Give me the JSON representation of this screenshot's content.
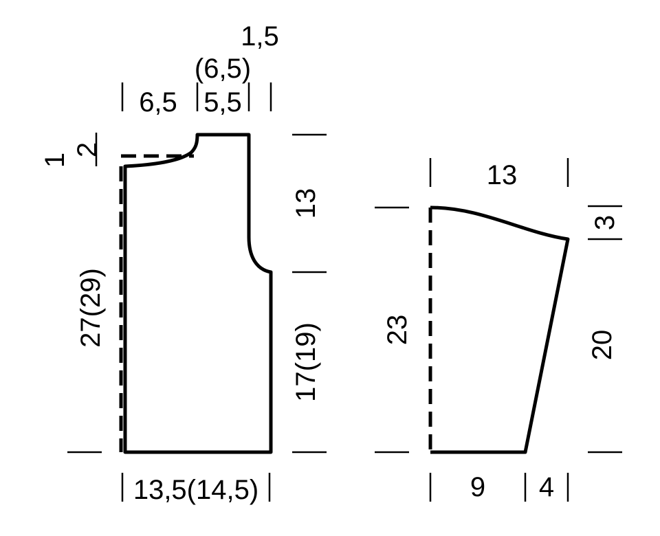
{
  "labels": {
    "top_offset": "1,5",
    "top_neck_alt": "(6,5)",
    "shoulder": "6,5",
    "neck": "5,5",
    "shoulder_drop_a": "1",
    "shoulder_drop_b": "2",
    "body_length": "27(29)",
    "armhole_depth": "13",
    "side_length": "17(19)",
    "body_width": "13,5(14,5)",
    "sleeve_top_width": "13",
    "sleeve_cap_drop": "3",
    "sleeve_length": "23",
    "sleeve_side": "20",
    "sleeve_bottom_a": "9",
    "sleeve_bottom_b": "4"
  },
  "colors": {
    "line": "#000000",
    "background": "#ffffff"
  }
}
